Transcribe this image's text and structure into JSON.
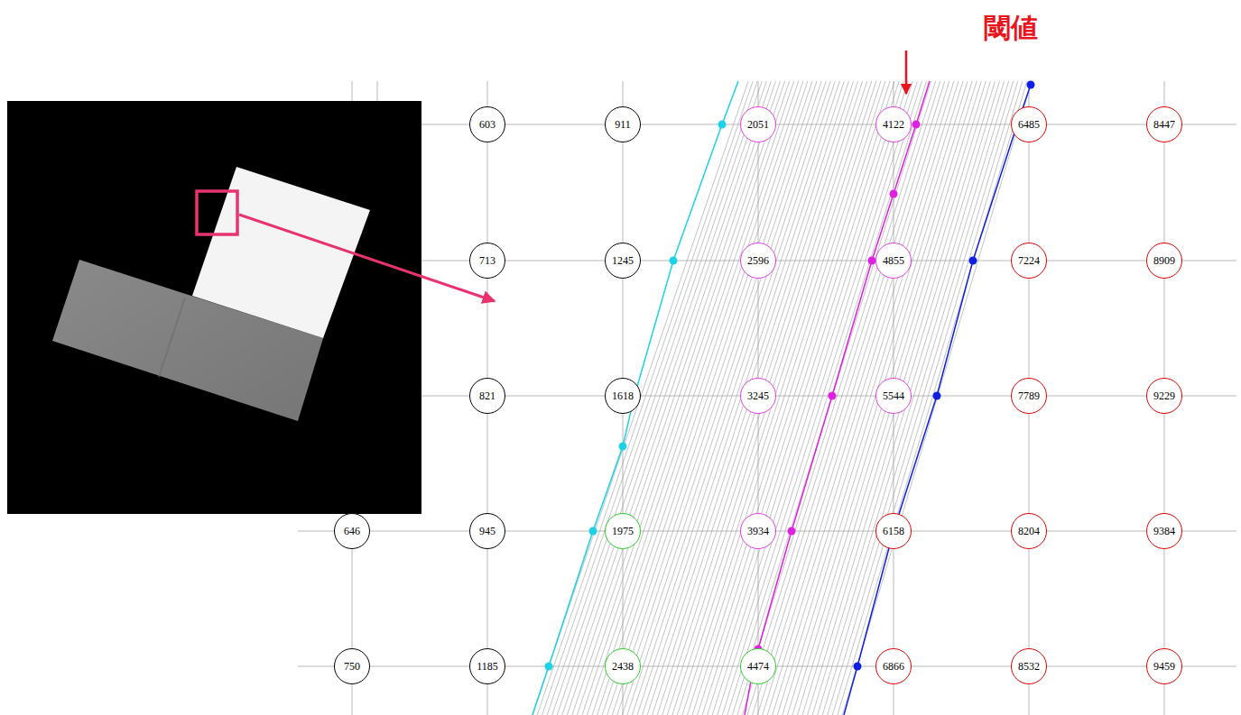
{
  "diagram": {
    "nodes": [
      {
        "text": [
          "603"
        ]
      },
      {
        "text": [
          "911"
        ]
      },
      {
        "text": [
          "2051"
        ]
      },
      {
        "text": [
          "4122"
        ]
      },
      {
        "text": [
          "6485"
        ]
      },
      {
        "text": [
          "8447"
        ]
      },
      {
        "text": [
          "713"
        ]
      },
      {
        "text": [
          "1245"
        ]
      },
      {
        "text": [
          "2596"
        ]
      },
      {
        "text": [
          "4855"
        ]
      },
      {
        "text": [
          "7224"
        ]
      },
      {
        "text": [
          "8909"
        ]
      },
      {
        "text": [
          "821"
        ]
      },
      {
        "text": [
          "1618"
        ]
      },
      {
        "text": [
          "3245"
        ]
      },
      {
        "text": [
          "5544"
        ]
      },
      {
        "text": [
          "7789"
        ]
      },
      {
        "text": [
          "9229"
        ]
      },
      {
        "text": [
          "646"
        ]
      },
      {
        "text": [
          "945"
        ]
      },
      {
        "text": [
          "1975"
        ]
      },
      {
        "text": [
          "3934"
        ]
      },
      {
        "text": [
          "6158"
        ]
      },
      {
        "text": [
          "8204"
        ]
      },
      {
        "text": [
          "9384"
        ]
      },
      {
        "text": [
          "750"
        ]
      },
      {
        "text": [
          "1185"
        ]
      },
      {
        "text": [
          "2438"
        ]
      },
      {
        "text": [
          "4474"
        ]
      },
      {
        "text": [
          "6866"
        ]
      },
      {
        "text": [
          "8532"
        ]
      },
      {
        "text": [
          "9459"
        ]
      }
    ],
    "labels": [
      "閾値"
    ]
  }
}
